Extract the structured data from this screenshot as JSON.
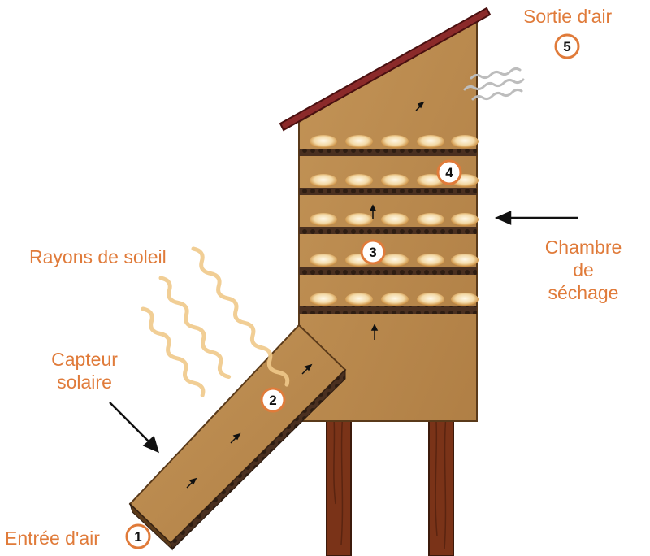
{
  "labels": {
    "air_exit": "Sortie d'air",
    "sun_rays": "Rayons de soleil",
    "collector_line1": "Capteur",
    "collector_line2": "solaire",
    "chamber_line1": "Chambre",
    "chamber_line2": "de",
    "chamber_line3": "séchage",
    "air_entry": "Entrée d'air"
  },
  "steps": [
    "1",
    "2",
    "3",
    "4",
    "5"
  ],
  "colors": {
    "label": "#e07b3a",
    "wood": "#b98a4f",
    "roof": "#8b2a2a",
    "legs": "#7a3318",
    "shelf": "#4a3020",
    "produce": "#f3d9a6"
  }
}
